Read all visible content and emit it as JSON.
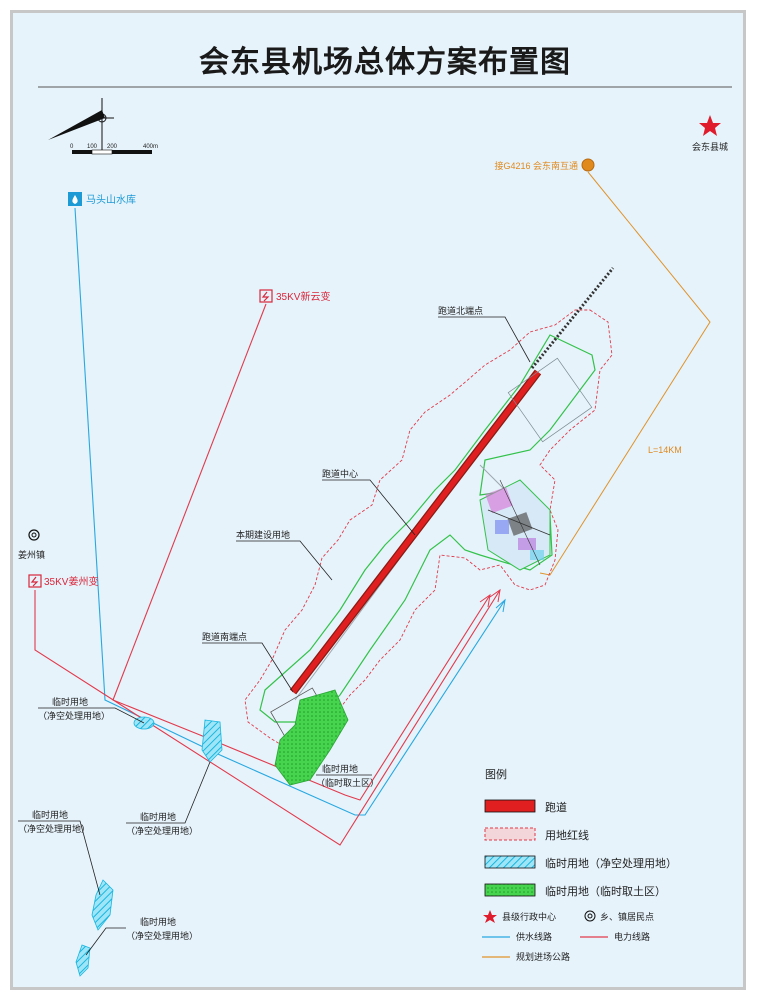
{
  "title": "会东县机场总体方案布置图",
  "scale_labels": [
    "0",
    "100",
    "200",
    "400m"
  ],
  "places": {
    "county_city": "会东县城",
    "connect_road": "接G4216 会东南互通",
    "reservoir": "马头山水库",
    "substation_xinyun": "35KV新云变",
    "town_jiangzhou": "姜州镇",
    "substation_jiangzhou": "35KV姜州变",
    "distance": "L=14KM"
  },
  "annotations": {
    "runway_north_end": "跑道北端点",
    "runway_center": "跑道中心",
    "construction_land": "本期建设用地",
    "runway_south_end": "跑道南端点",
    "temp_land": "临时用地",
    "clearance_land": "（净空处理用地）",
    "borrow_area": "（临时取土区）"
  },
  "legend": {
    "title": "图例",
    "items": [
      {
        "label": "跑道",
        "color": "#e02020"
      },
      {
        "label": "用地红线",
        "color": "#e03a4a"
      },
      {
        "label": "临时用地（净空处理用地）",
        "color": "#31d0f0"
      },
      {
        "label": "临时用地（临时取土区）",
        "color": "#3fd24a"
      }
    ],
    "county_center": "县级行政中心",
    "town_settlement": "乡、镇居民点",
    "water_line": "供水线路",
    "power_line": "电力线路",
    "road_line": "规划进场公路",
    "water_color": "#27a8e0",
    "power_color": "#e23a4c",
    "road_color": "#e0932a"
  }
}
